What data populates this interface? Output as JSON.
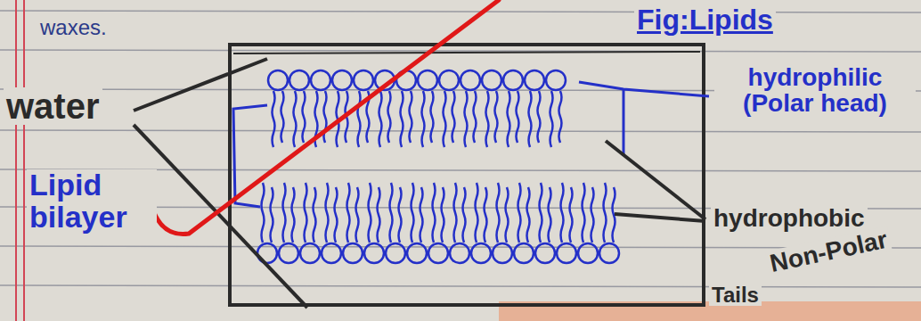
{
  "diagram": {
    "title": "Fig:Lipids",
    "labels": [
      "waxes.",
      "water",
      "Lipid bilayer",
      "hydrophilic (Polar head)",
      "hydrophobic",
      "Non-Polar",
      "Tails"
    ]
  }
}
